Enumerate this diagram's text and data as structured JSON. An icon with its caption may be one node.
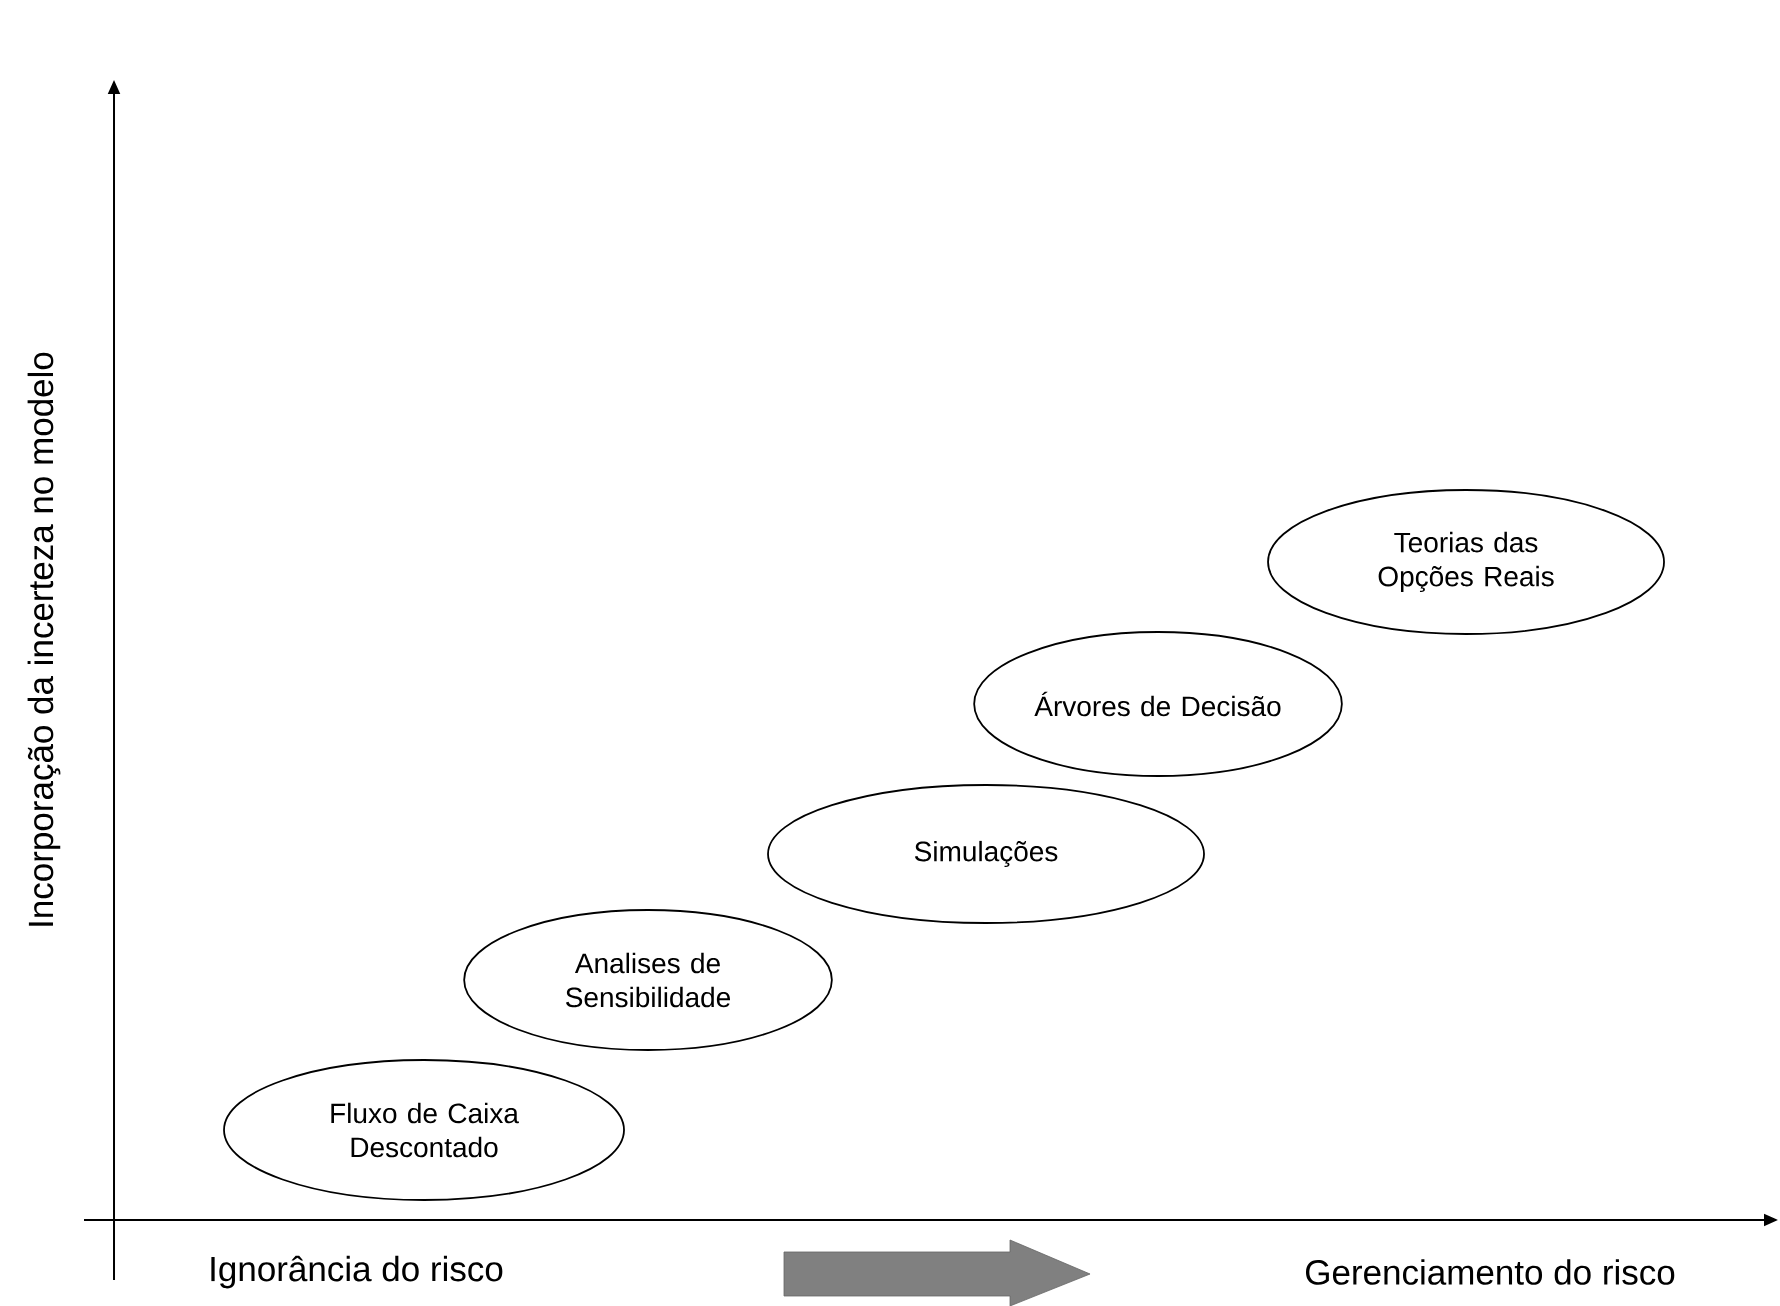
{
  "diagram": {
    "nodes": [
      {
        "text": [
          "Fluxo de Caixa Descontado"
        ]
      },
      {
        "text": [
          "Analises de Sensibilidade"
        ]
      },
      {
        "text": [
          "Simulações"
        ]
      },
      {
        "text": [
          "Árvores de Decisão"
        ]
      },
      {
        "text": [
          "Teorias das Opções Reais"
        ]
      }
    ],
    "labels": [
      "Incorporação da incerteza no modelo",
      "Ignorância do risco",
      "Gerenciamento do risco"
    ]
  }
}
